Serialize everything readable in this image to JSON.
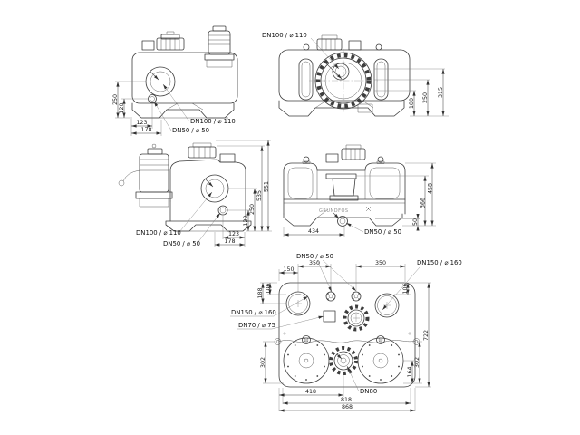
{
  "drawing": {
    "brand_logo": "GRUNDFOS",
    "views": {
      "side_a": {
        "dim_250": "250",
        "dim_120": "120",
        "dim_123": "123",
        "dim_178": "178",
        "label_dn100": "DN100 /  ⌀ 110",
        "label_dn50": "DN50 /  ⌀ 50"
      },
      "front_a": {
        "label_dn100": "DN100 /  ⌀ 110",
        "dim_180": "180",
        "dim_250": "250",
        "dim_315": "315"
      },
      "side_b": {
        "dim_535": "535",
        "dim_551": "551",
        "dim_250": "250",
        "dim_120": "120",
        "dim_123": "123",
        "dim_178": "178",
        "label_dn100": "DN100 /  ⌀ 110",
        "label_dn50": "DN50 /  ⌀ 50"
      },
      "front_b": {
        "dim_458": "458",
        "dim_366": "366",
        "dim_50": "50",
        "dim_434": "434",
        "label_dn50": "DN50 /  ⌀ 50"
      },
      "plan": {
        "label_dn50": "DN50 /  ⌀ 50",
        "dim_350_left": "350",
        "dim_350_right": "350",
        "dim_150": "150",
        "dim_188": "188",
        "dim_106_left": "106",
        "dim_106_right": "106",
        "label_dn150_right": "DN150 /  ⌀ 160",
        "label_dn150_left": "DN150 /  ⌀ 160",
        "label_dn70": "DN70 /  ⌀ 75",
        "label_dn80": "DN80",
        "dim_722": "722",
        "dim_302_left": "302",
        "dim_302_right": "302",
        "dim_164": "164",
        "dim_418": "418",
        "dim_818": "818",
        "dim_868": "868"
      }
    }
  }
}
